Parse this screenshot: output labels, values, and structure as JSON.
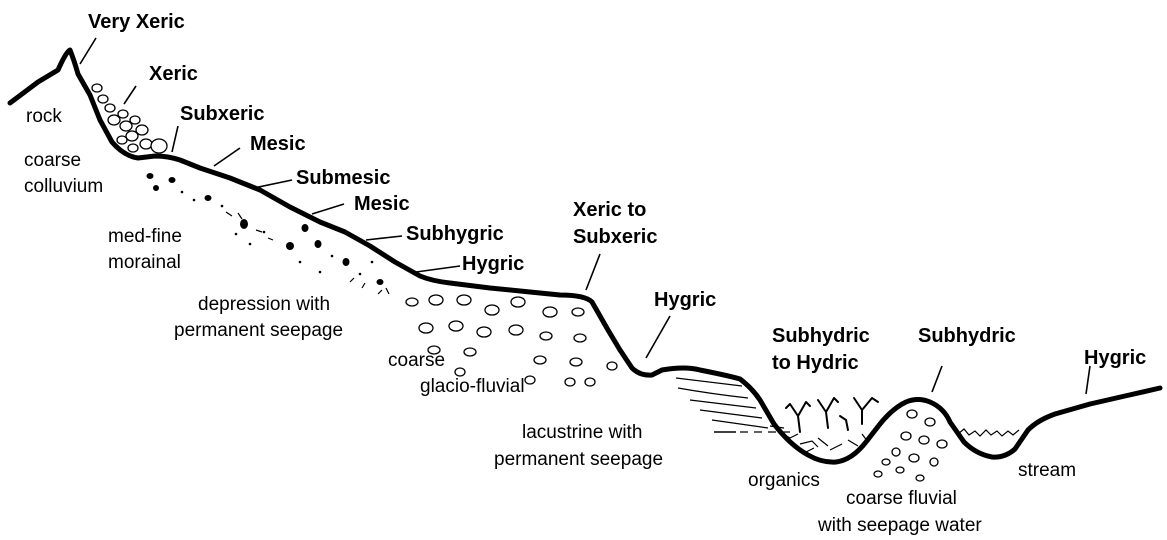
{
  "moisture_labels": {
    "very_xeric": "Very Xeric",
    "xeric": "Xeric",
    "subxeric": "Subxeric",
    "mesic_upper": "Mesic",
    "submesic": "Submesic",
    "mesic_lower": "Mesic",
    "subhygric": "Subhygric",
    "hygric_slope": "Hygric",
    "xeric_to_subxeric": [
      "Xeric to",
      "Subxeric"
    ],
    "hygric_terrace": "Hygric",
    "subhydric_to_hydric": [
      "Subhydric",
      "to Hydric"
    ],
    "subhydric": "Subhydric",
    "hygric_bank": "Hygric"
  },
  "material_labels": {
    "rock": "rock",
    "coarse_colluvium": [
      "coarse",
      "colluvium"
    ],
    "med_fine_morainal": [
      "med-fine",
      "morainal"
    ],
    "depression_seepage": [
      "depression with",
      "permanent seepage"
    ],
    "coarse_glacio_fluvial": [
      "coarse",
      "glacio-fluvial"
    ],
    "lacustrine_seepage": [
      "lacustrine with",
      "permanent seepage"
    ],
    "organics": "organics",
    "coarse_fluvial": [
      "coarse fluvial",
      "with seepage water"
    ],
    "stream": "stream"
  }
}
